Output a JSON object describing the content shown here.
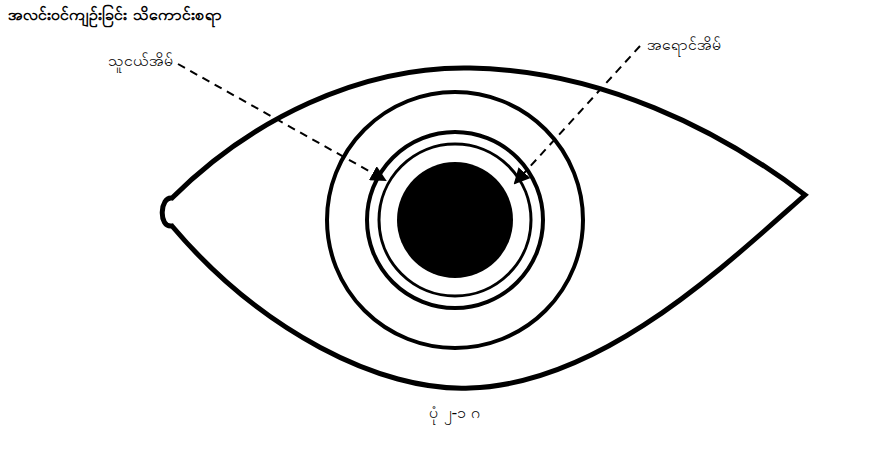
{
  "diagram": {
    "title": "အလင်းဝင်ကျဉ်းခြင်း သိကောင်းစရာ",
    "caption": "ပုံ ၂-၁ ဂ",
    "labels": [
      "သူငယ်အိမ်",
      "အရောင်အိမ်"
    ]
  }
}
